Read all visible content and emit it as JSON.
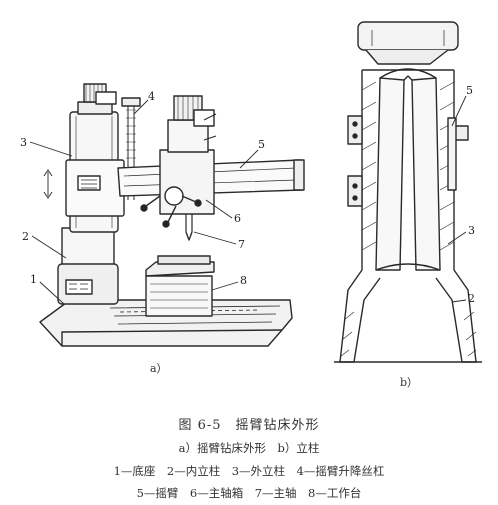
{
  "diagram": {
    "left_view": {
      "label": "a）",
      "callouts": [
        "1",
        "2",
        "3",
        "4",
        "5",
        "6",
        "7",
        "8"
      ]
    },
    "right_view": {
      "label": "b）",
      "callouts": [
        "5",
        "3",
        "2"
      ]
    }
  },
  "caption": {
    "title": "图 6-5　摇臂钻床外形",
    "subtitle": "a）摇臂钻床外形　b）立柱",
    "legend_line1": "1—底座　2—内立柱　3—外立柱　4—摇臂升降丝杠",
    "legend_line2": "5—摇臂　6—主轴箱　7—主轴　8—工作台"
  }
}
